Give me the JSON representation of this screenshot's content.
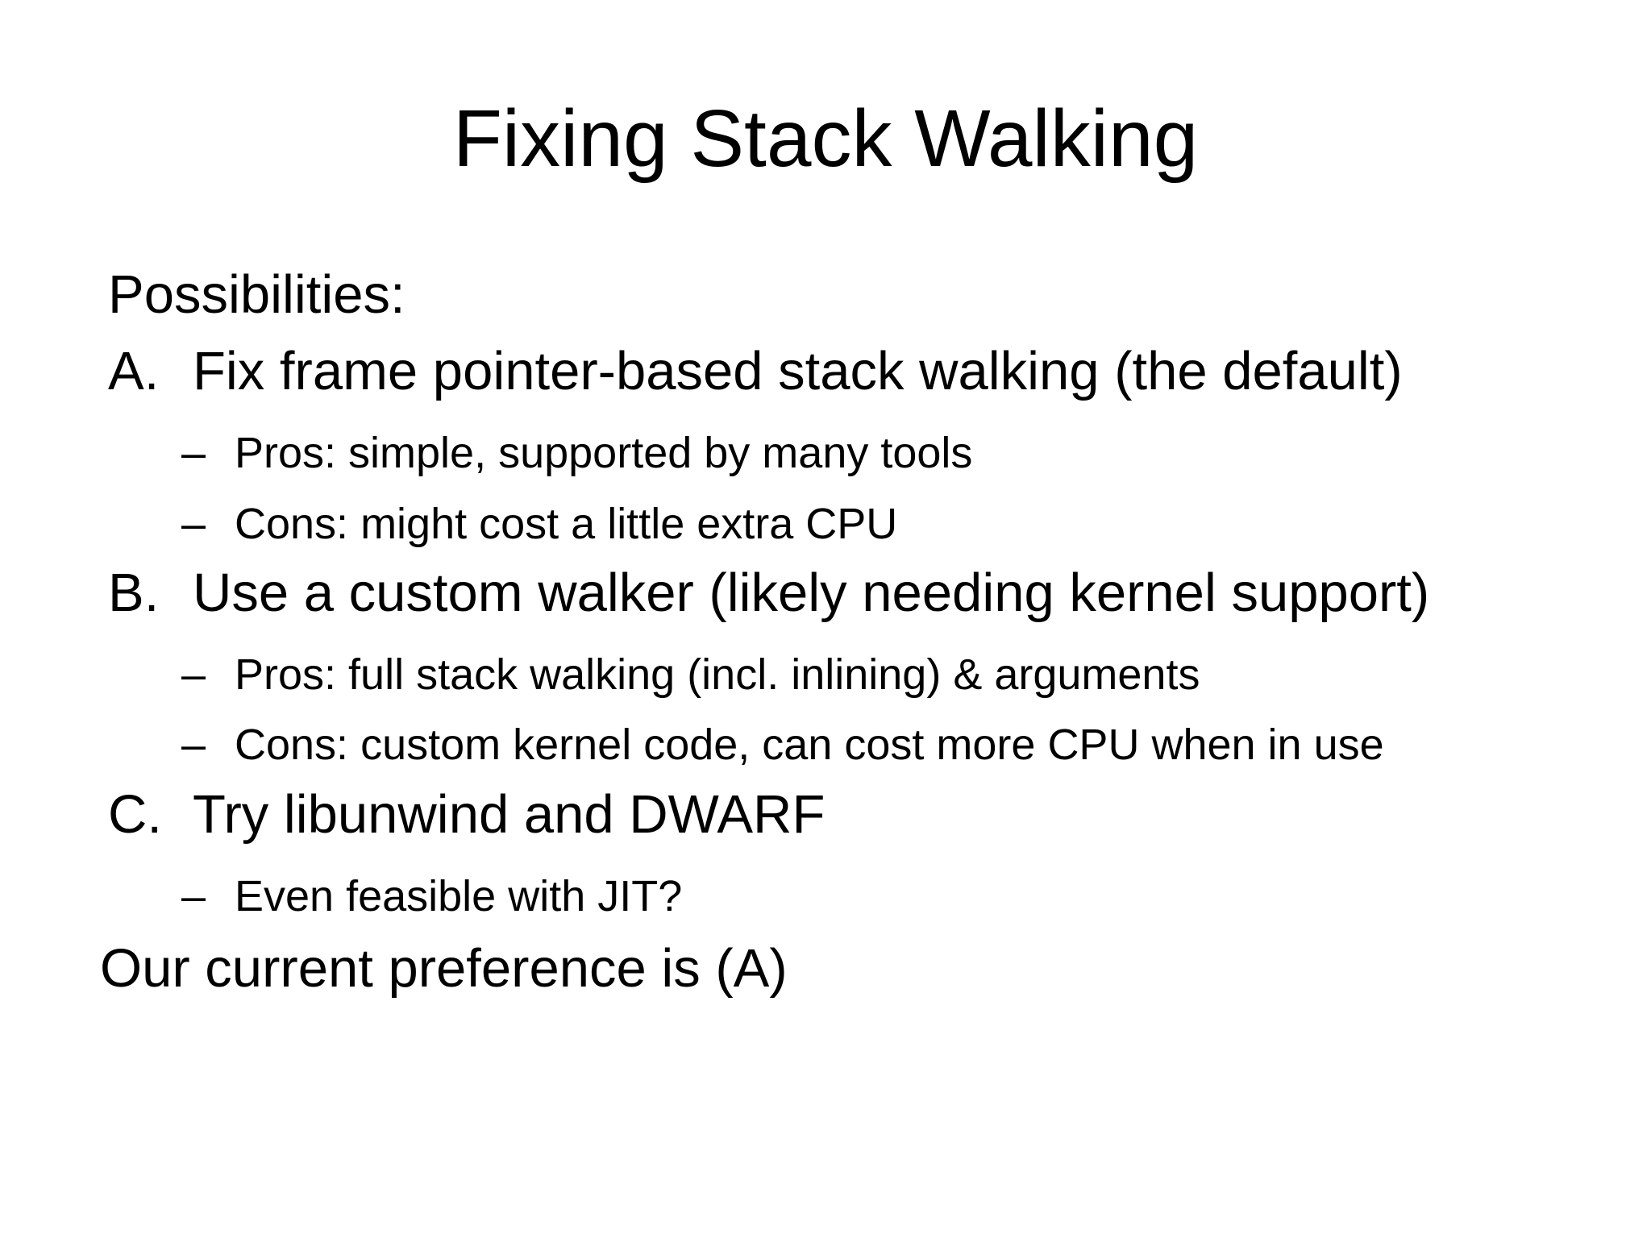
{
  "slide": {
    "title": "Fixing Stack Walking",
    "intro": "Possibilities:",
    "options": [
      {
        "marker": "A.",
        "text": "Fix frame pointer-based stack walking (the default)",
        "sub": [
          {
            "marker": "–",
            "text": "Pros: simple, supported by many tools"
          },
          {
            "marker": "–",
            "text": "Cons: might cost a little extra CPU"
          }
        ]
      },
      {
        "marker": "B.",
        "text": "Use a custom walker (likely needing kernel support)",
        "sub": [
          {
            "marker": "–",
            "text": "Pros: full stack walking (incl. inlining) & arguments"
          },
          {
            "marker": "–",
            "text": "Cons: custom kernel code, can cost more CPU when in use"
          }
        ]
      },
      {
        "marker": "C.",
        "text": "Try libunwind and DWARF",
        "sub": [
          {
            "marker": "–",
            "text": "Even feasible with JIT?"
          }
        ]
      }
    ],
    "conclusion": "Our current preference is (A)"
  }
}
